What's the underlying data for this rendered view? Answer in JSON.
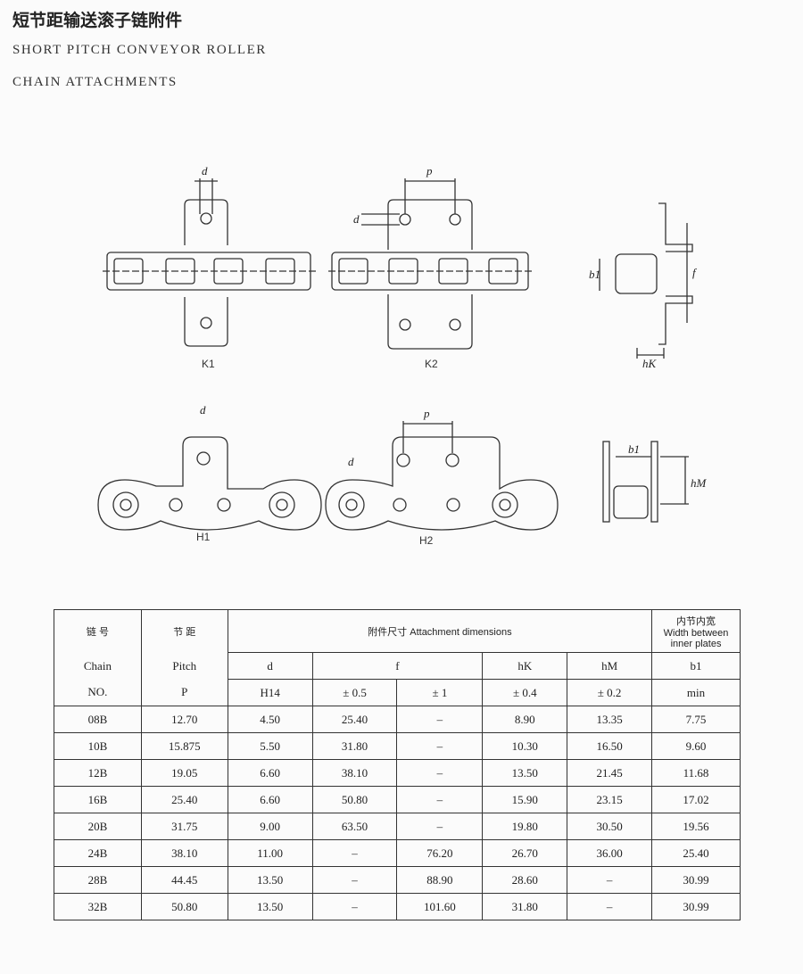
{
  "title_cn": "短节距输送滚子链附件",
  "title_en_line1": "SHORT PITCH CONVEYOR ROLLER",
  "title_en_line2": "CHAIN ATTACHMENTS",
  "drawings": {
    "k1": "K1",
    "k2": "K2",
    "h1": "H1",
    "h2": "H2",
    "d": "d",
    "p": "p",
    "b1": "b1",
    "f": "f",
    "hk": "hK",
    "hm": "hM"
  },
  "table": {
    "chain_cn": "链  号",
    "pitch_cn": "节  距",
    "attach": "附件尺寸 Attachment dimensions",
    "width_cn": "内节内宽",
    "width_en": "Width between inner plates",
    "chain": "Chain",
    "pitch": "Pitch",
    "d": "d",
    "f": "f",
    "hk": "hK",
    "hm": "hM",
    "b1": "b1",
    "no": "NO.",
    "p": "P",
    "h14": "H14",
    "tol05": "± 0.5",
    "tol1": "± 1",
    "tol04": "± 0.4",
    "tol02": "± 0.2",
    "min": "min",
    "rows": [
      [
        "08B",
        "12.70",
        "4.50",
        "25.40",
        "–",
        "8.90",
        "13.35",
        "7.75"
      ],
      [
        "10B",
        "15.875",
        "5.50",
        "31.80",
        "–",
        "10.30",
        "16.50",
        "9.60"
      ],
      [
        "12B",
        "19.05",
        "6.60",
        "38.10",
        "–",
        "13.50",
        "21.45",
        "11.68"
      ],
      [
        "16B",
        "25.40",
        "6.60",
        "50.80",
        "–",
        "15.90",
        "23.15",
        "17.02"
      ],
      [
        "20B",
        "31.75",
        "9.00",
        "63.50",
        "–",
        "19.80",
        "30.50",
        "19.56"
      ],
      [
        "24B",
        "38.10",
        "11.00",
        "–",
        "76.20",
        "26.70",
        "36.00",
        "25.40"
      ],
      [
        "28B",
        "44.45",
        "13.50",
        "–",
        "88.90",
        "28.60",
        "–",
        "30.99"
      ],
      [
        "32B",
        "50.80",
        "13.50",
        "–",
        "101.60",
        "31.80",
        "–",
        "30.99"
      ]
    ]
  }
}
